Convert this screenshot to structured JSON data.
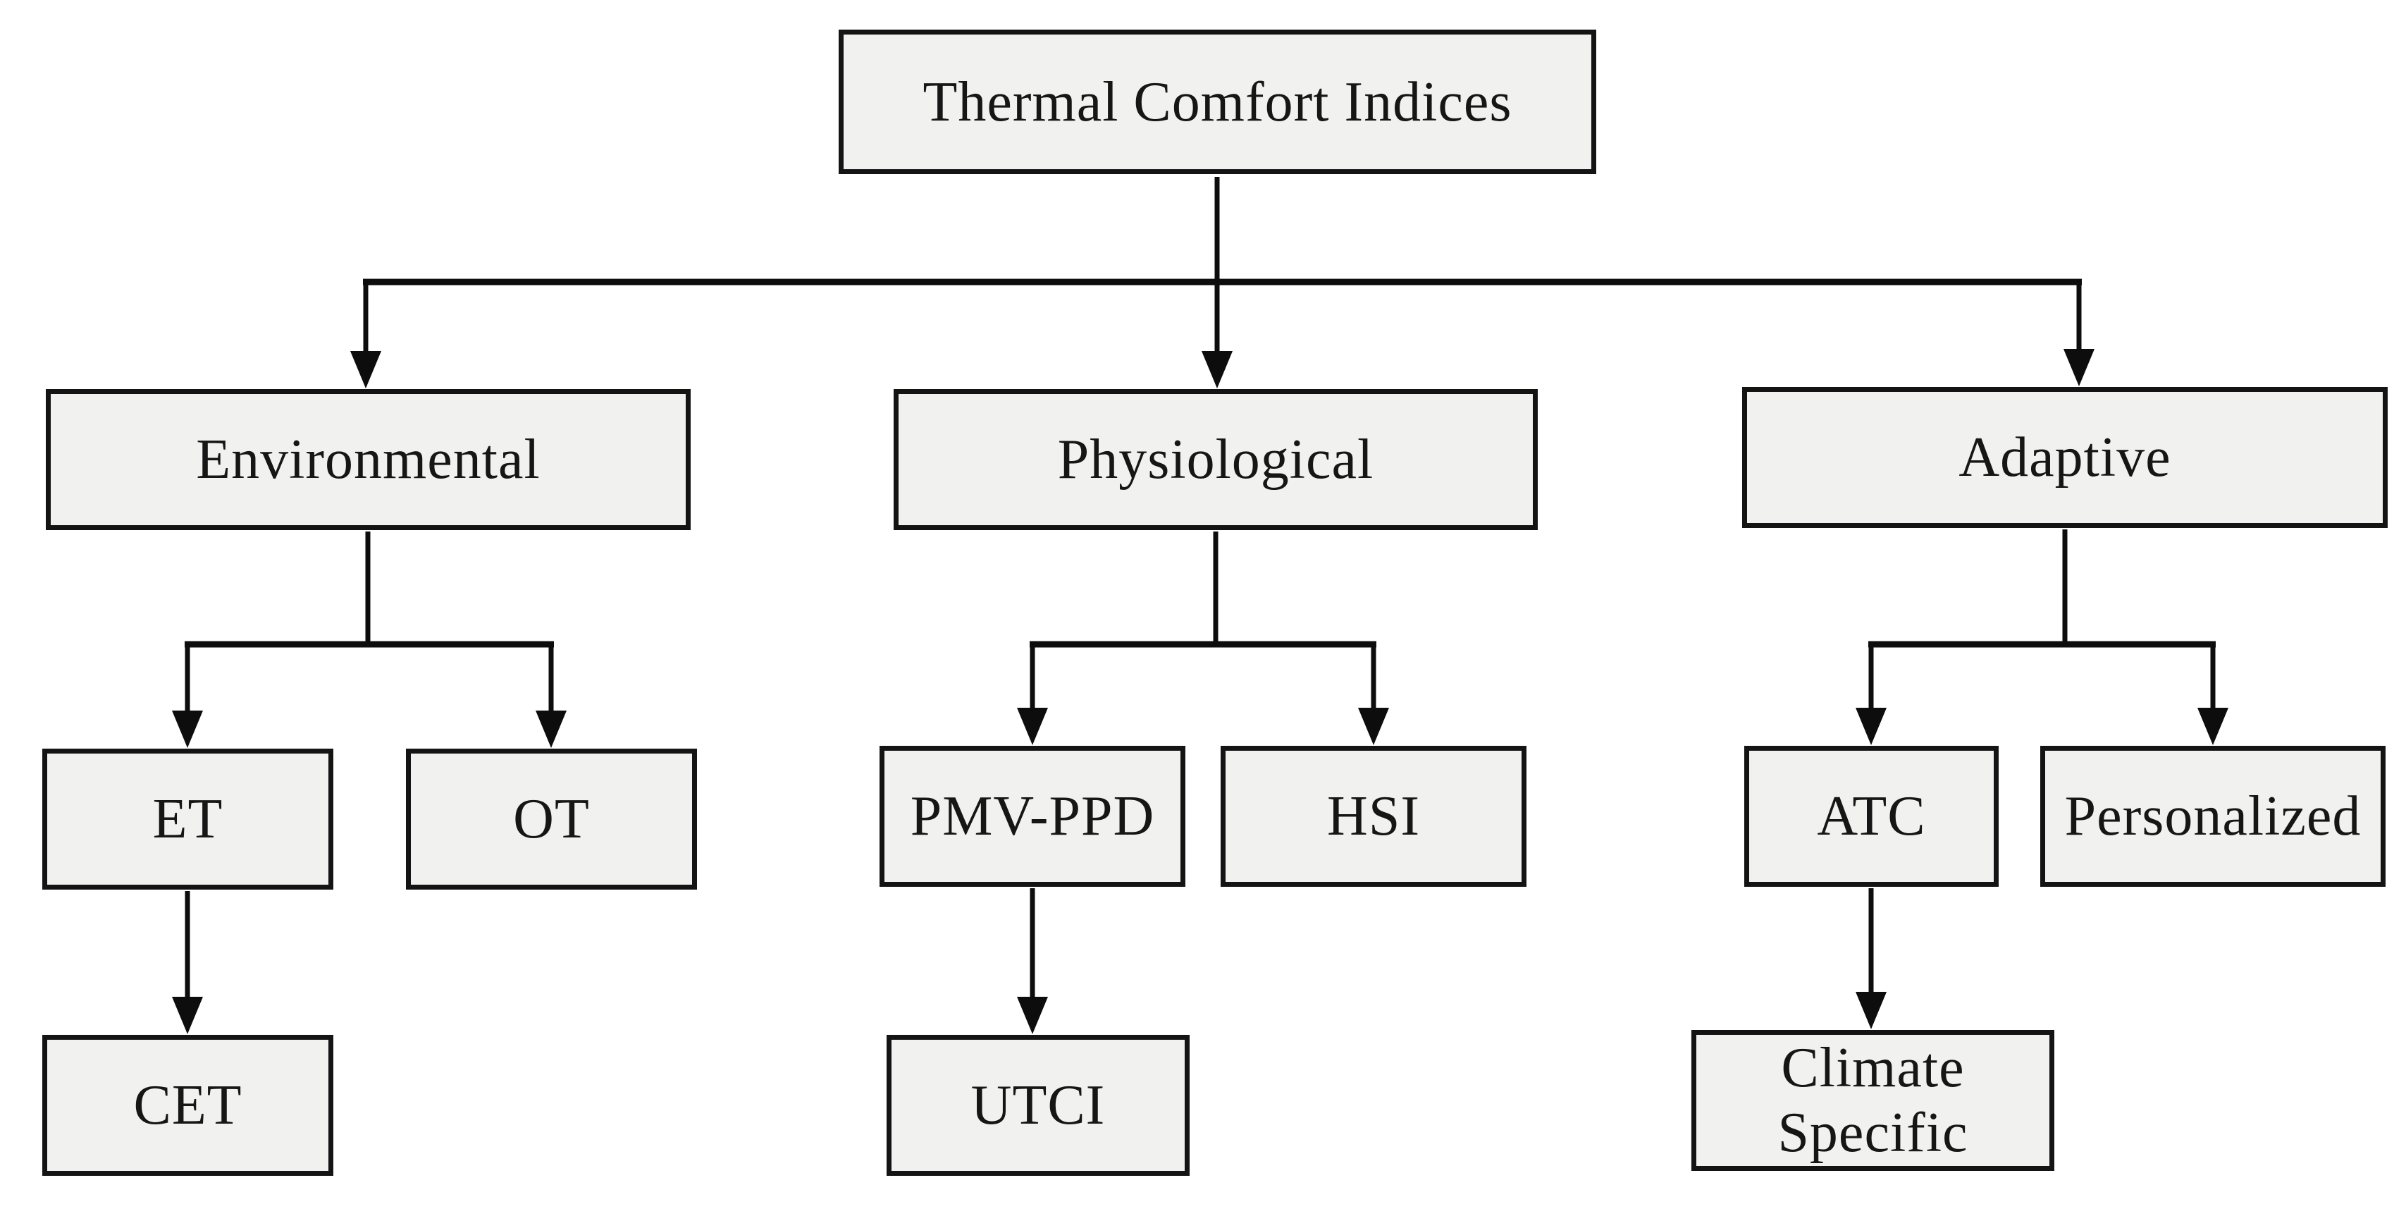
{
  "diagram": {
    "type": "hierarchy-flowchart",
    "colors": {
      "box_fill": "#f1f1f0",
      "box_border": "#141414",
      "connector": "#0d0d0d",
      "text": "#161616",
      "background": "#ffffff"
    },
    "nodes": {
      "root": {
        "label": "Thermal Comfort Indices",
        "level": 1
      },
      "environmental": {
        "label": "Environmental",
        "level": 2
      },
      "physiological": {
        "label": "Physiological",
        "level": 2
      },
      "adaptive": {
        "label": "Adaptive",
        "level": 2
      },
      "et": {
        "label": "ET",
        "level": 3
      },
      "ot": {
        "label": "OT",
        "level": 3
      },
      "pmv_ppd": {
        "label": "PMV-PPD",
        "level": 3
      },
      "hsi": {
        "label": "HSI",
        "level": 3
      },
      "atc": {
        "label": "ATC",
        "level": 3
      },
      "personalized": {
        "label": "Personalized",
        "level": 3
      },
      "cet": {
        "label": "CET",
        "level": 4
      },
      "utci": {
        "label": "UTCI",
        "level": 4
      },
      "climate_specific": {
        "label": "Climate Specific",
        "level": 4
      }
    },
    "edges": [
      {
        "from": "root",
        "to": "environmental"
      },
      {
        "from": "root",
        "to": "physiological"
      },
      {
        "from": "root",
        "to": "adaptive"
      },
      {
        "from": "environmental",
        "to": "et"
      },
      {
        "from": "environmental",
        "to": "ot"
      },
      {
        "from": "physiological",
        "to": "pmv_ppd"
      },
      {
        "from": "physiological",
        "to": "hsi"
      },
      {
        "from": "adaptive",
        "to": "atc"
      },
      {
        "from": "adaptive",
        "to": "personalized"
      },
      {
        "from": "et",
        "to": "cet"
      },
      {
        "from": "pmv_ppd",
        "to": "utci"
      },
      {
        "from": "atc",
        "to": "climate_specific"
      }
    ]
  }
}
